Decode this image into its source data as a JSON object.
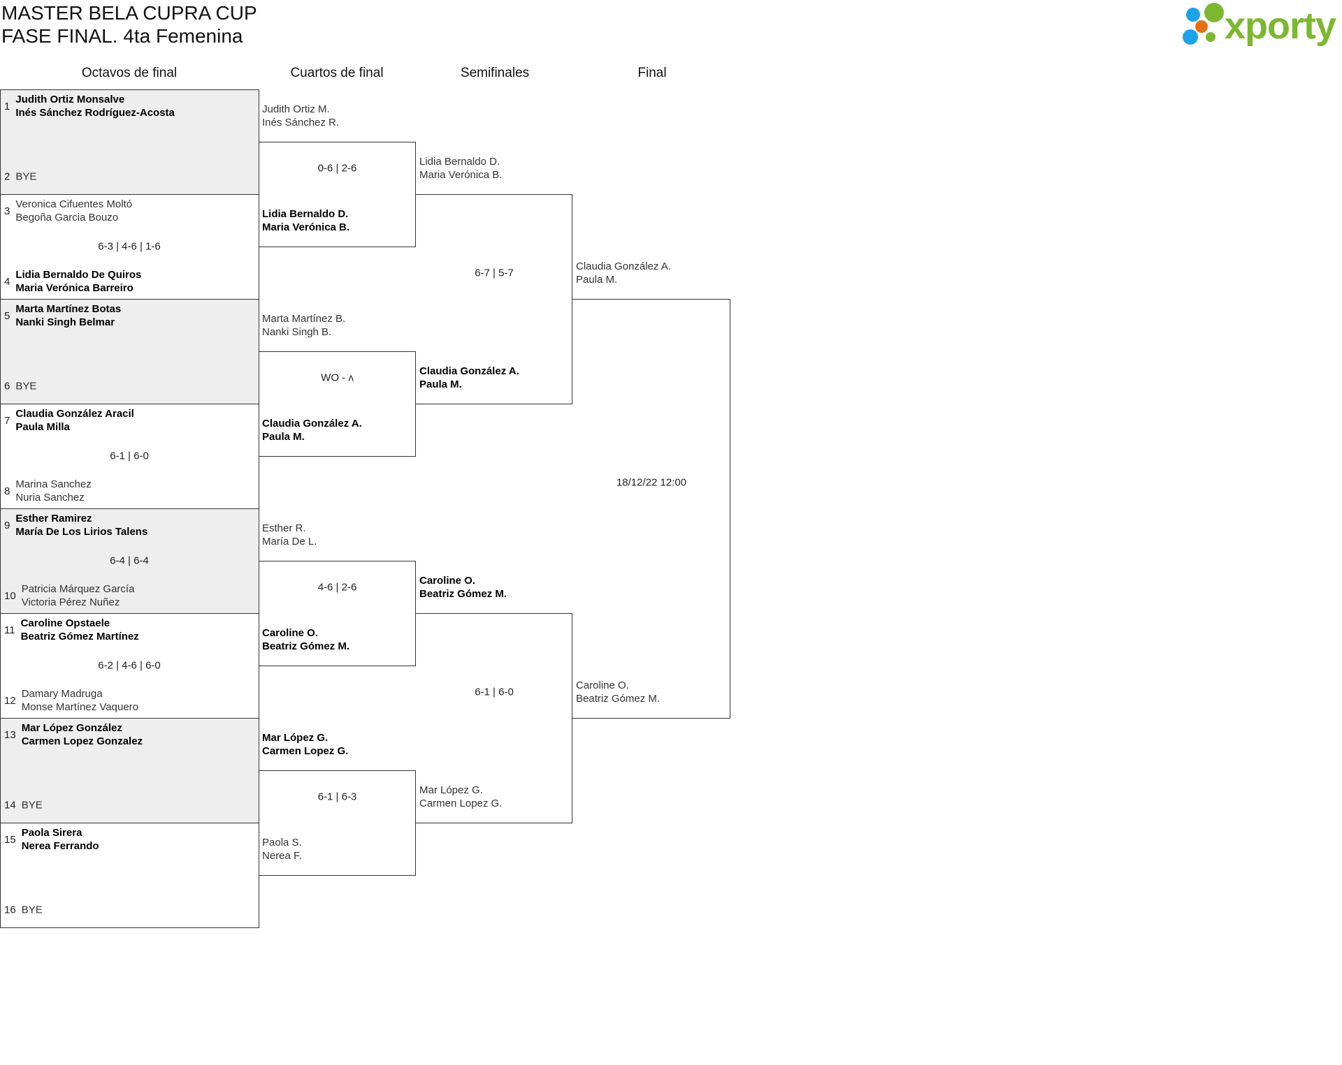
{
  "header": {
    "title_line1": "MASTER BELA CUPRA CUP",
    "title_line2": "FASE FINAL. 4ta Femenina"
  },
  "logo": {
    "text": "xporty",
    "colors": {
      "green": "#7cb82f",
      "blue": "#1aa3e8",
      "orange": "#e5700f"
    }
  },
  "rounds": [
    {
      "label": "Octavos de final",
      "matches": [
        {
          "top": {
            "seed": "1",
            "names": [
              "Judith Ortiz Monsalve",
              "Inés Sánchez Rodríguez-Acosta"
            ],
            "winner": true
          },
          "bottom": {
            "seed": "2",
            "names": [
              "BYE"
            ],
            "winner": false
          },
          "score": ""
        },
        {
          "top": {
            "seed": "3",
            "names": [
              "Veronica Cifuentes Moltó",
              "Begoña Garcia Bouzo"
            ],
            "winner": false
          },
          "bottom": {
            "seed": "4",
            "names": [
              "Lidia Bernaldo De Quiros",
              "Maria Verónica Barreiro"
            ],
            "winner": true
          },
          "score": "6-3 | 4-6 | 1-6"
        },
        {
          "top": {
            "seed": "5",
            "names": [
              "Marta Martínez Botas",
              "Nanki Singh Belmar"
            ],
            "winner": true
          },
          "bottom": {
            "seed": "6",
            "names": [
              "BYE"
            ],
            "winner": false
          },
          "score": ""
        },
        {
          "top": {
            "seed": "7",
            "names": [
              "Claudia González Aracil",
              "Paula Milla"
            ],
            "winner": true
          },
          "bottom": {
            "seed": "8",
            "names": [
              "Marina Sanchez",
              "Nuria Sanchez"
            ],
            "winner": false
          },
          "score": "6-1 | 6-0"
        },
        {
          "top": {
            "seed": "9",
            "names": [
              "Esther Ramirez",
              "María De Los Lirios Talens"
            ],
            "winner": true
          },
          "bottom": {
            "seed": "10",
            "names": [
              "Patricia Márquez García",
              "Victoria Pérez Nuñez"
            ],
            "winner": false
          },
          "score": "6-4 | 6-4"
        },
        {
          "top": {
            "seed": "11",
            "names": [
              "Caroline Opstaele",
              "Beatriz Gómez Martínez"
            ],
            "winner": true
          },
          "bottom": {
            "seed": "12",
            "names": [
              "Damary Madruga",
              "Monse Martínez Vaquero"
            ],
            "winner": false
          },
          "score": "6-2 | 4-6 | 6-0"
        },
        {
          "top": {
            "seed": "13",
            "names": [
              "Mar López González",
              "Carmen Lopez Gonzalez"
            ],
            "winner": true
          },
          "bottom": {
            "seed": "14",
            "names": [
              "BYE"
            ],
            "winner": false
          },
          "score": ""
        },
        {
          "top": {
            "seed": "15",
            "names": [
              "Paola Sirera",
              "Nerea Ferrando"
            ],
            "winner": true
          },
          "bottom": {
            "seed": "16",
            "names": [
              "BYE"
            ],
            "winner": false
          },
          "score": ""
        }
      ]
    },
    {
      "label": "Cuartos de final",
      "matches": [
        {
          "top": {
            "names": [
              "Judith Ortiz M.",
              "Inés Sánchez R."
            ],
            "winner": false
          },
          "bottom": {
            "names": [
              "Lidia Bernaldo D.",
              "Maria Verónica B."
            ],
            "winner": true
          },
          "score": "0-6 | 2-6"
        },
        {
          "top": {
            "names": [
              "Marta Martínez B.",
              "Nanki Singh B."
            ],
            "winner": false
          },
          "bottom": {
            "names": [
              "Claudia González A.",
              "Paula M."
            ],
            "winner": true
          },
          "score": "WO - ʌ"
        },
        {
          "top": {
            "names": [
              "Esther R.",
              "María De L."
            ],
            "winner": false
          },
          "bottom": {
            "names": [
              "Caroline O.",
              "Beatriz Gómez M."
            ],
            "winner": true
          },
          "score": "4-6 | 2-6"
        },
        {
          "top": {
            "names": [
              "Mar López G.",
              "Carmen Lopez G."
            ],
            "winner": true
          },
          "bottom": {
            "names": [
              "Paola S.",
              "Nerea F."
            ],
            "winner": false
          },
          "score": "6-1 | 6-3"
        }
      ]
    },
    {
      "label": "Semifinales",
      "matches": [
        {
          "top": {
            "names": [
              "Lidia Bernaldo D.",
              "Maria Verónica B."
            ],
            "winner": false
          },
          "bottom": {
            "names": [
              "Claudia González A.",
              "Paula M."
            ],
            "winner": true
          },
          "score": "6-7 | 5-7"
        },
        {
          "top": {
            "names": [
              "Caroline O.",
              "Beatriz Gómez M."
            ],
            "winner": true
          },
          "bottom": {
            "names": [
              "Mar López G.",
              "Carmen Lopez G."
            ],
            "winner": false
          },
          "score": "6-1 | 6-0"
        }
      ]
    },
    {
      "label": "Final",
      "matches": [
        {
          "top": {
            "names": [
              "Claudia González A.",
              "Paula M."
            ],
            "winner": false
          },
          "bottom": {
            "names": [
              "Caroline O.",
              "Beatriz Gómez M."
            ],
            "winner": false
          },
          "score": "18/12/22 12:00"
        }
      ]
    }
  ]
}
